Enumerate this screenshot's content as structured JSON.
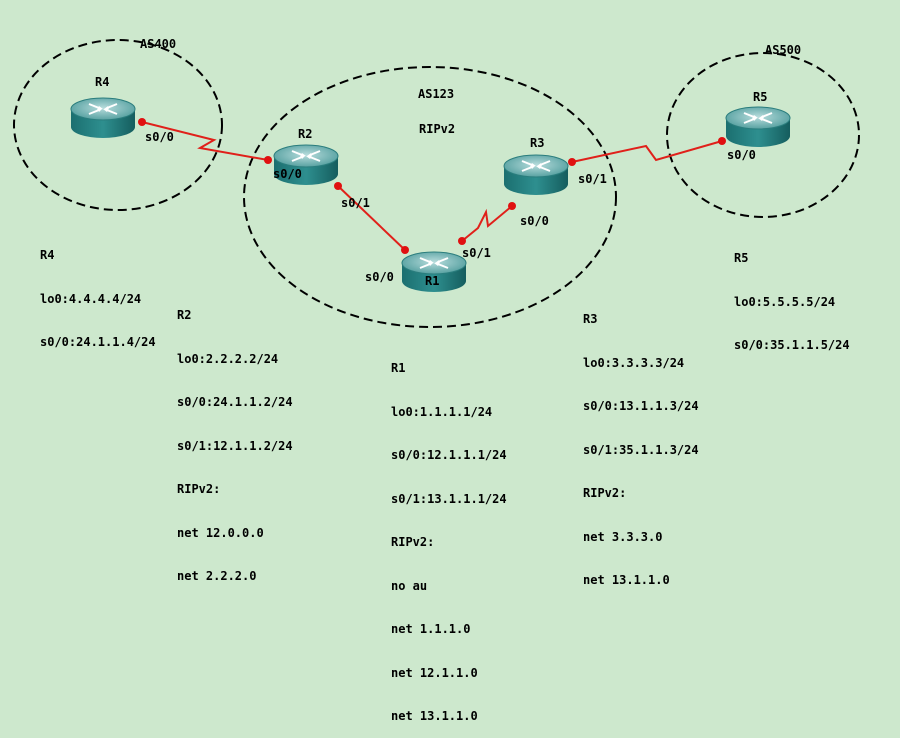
{
  "as_labels": {
    "as400": "AS400",
    "as123": "AS123",
    "as500": "AS500",
    "ripv2": "RIPv2"
  },
  "routers": {
    "r1": "R1",
    "r2": "R2",
    "r3": "R3",
    "r4": "R4",
    "r5": "R5"
  },
  "interfaces": {
    "r4_s00": "s0/0",
    "r2_s00": "s0/0",
    "r2_s01": "s0/1",
    "r1_s00": "s0/0",
    "r1_s01": "s0/1",
    "r3_s00": "s0/0",
    "r3_s01": "s0/1",
    "r5_s00": "s0/0"
  },
  "configs": {
    "r4": [
      "R4",
      "lo0:4.4.4.4/24",
      "s0/0:24.1.1.4/24"
    ],
    "r5": [
      "R5",
      "lo0:5.5.5.5/24",
      "s0/0:35.1.1.5/24"
    ],
    "r2": [
      "R2",
      "lo0:2.2.2.2/24",
      "s0/0:24.1.1.2/24",
      "s0/1:12.1.1.2/24",
      "RIPv2:",
      "net 12.0.0.0",
      "net 2.2.2.0"
    ],
    "r1": [
      "R1",
      "lo0:1.1.1.1/24",
      "s0/0:12.1.1.1/24",
      "s0/1:13.1.1.1/24",
      "RIPv2:",
      "no au",
      "net 1.1.1.0",
      "net 12.1.1.0",
      "net 13.1.1.0"
    ],
    "r3": [
      "R3",
      "lo0:3.3.3.3/24",
      "s0/0:13.1.1.3/24",
      "s0/1:35.1.1.3/24",
      "RIPv2:",
      "net 3.3.3.0",
      "net 13.1.1.0"
    ]
  },
  "colors": {
    "background": "#cde8cd",
    "link": "#e0201a",
    "router_body": "#1f7a7a",
    "router_top": "#7fb8b8"
  }
}
